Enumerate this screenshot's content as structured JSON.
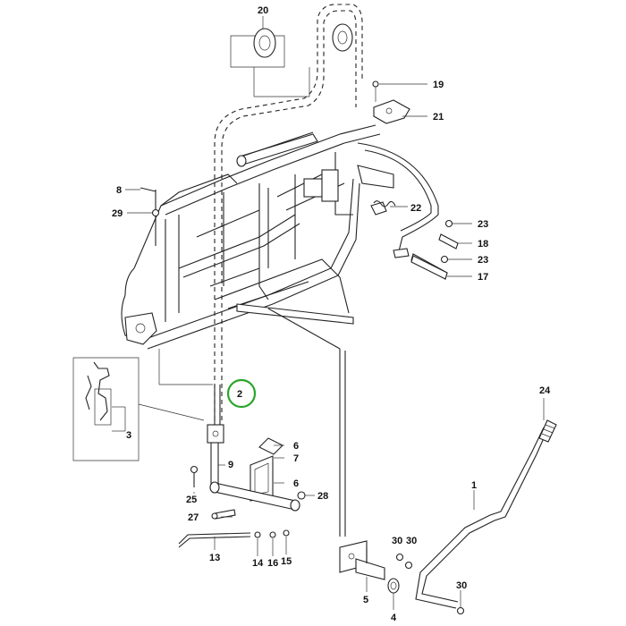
{
  "diagram": {
    "callouts": [
      {
        "id": "c20",
        "text": "20"
      },
      {
        "id": "c19",
        "text": "19"
      },
      {
        "id": "c21",
        "text": "21"
      },
      {
        "id": "c8",
        "text": "8"
      },
      {
        "id": "c29",
        "text": "29"
      },
      {
        "id": "c22",
        "text": "22"
      },
      {
        "id": "c23a",
        "text": "23"
      },
      {
        "id": "c18",
        "text": "18"
      },
      {
        "id": "c23b",
        "text": "23"
      },
      {
        "id": "c17",
        "text": "17"
      },
      {
        "id": "c2",
        "text": "2"
      },
      {
        "id": "c3",
        "text": "3"
      },
      {
        "id": "c24",
        "text": "24"
      },
      {
        "id": "c6a",
        "text": "6"
      },
      {
        "id": "c7",
        "text": "7"
      },
      {
        "id": "c6b",
        "text": "6"
      },
      {
        "id": "c9",
        "text": "9"
      },
      {
        "id": "c25",
        "text": "25"
      },
      {
        "id": "c28",
        "text": "28"
      },
      {
        "id": "c27",
        "text": "27"
      },
      {
        "id": "c1",
        "text": "1"
      },
      {
        "id": "c13",
        "text": "13"
      },
      {
        "id": "c14",
        "text": "14"
      },
      {
        "id": "c16",
        "text": "16"
      },
      {
        "id": "c15",
        "text": "15"
      },
      {
        "id": "c30a",
        "text": "30"
      },
      {
        "id": "c30b",
        "text": "30"
      },
      {
        "id": "c5",
        "text": "5"
      },
      {
        "id": "c4",
        "text": "4"
      },
      {
        "id": "c30c",
        "text": "30"
      }
    ],
    "highlight_color": "#2aa52a",
    "line_color": "#222222"
  }
}
